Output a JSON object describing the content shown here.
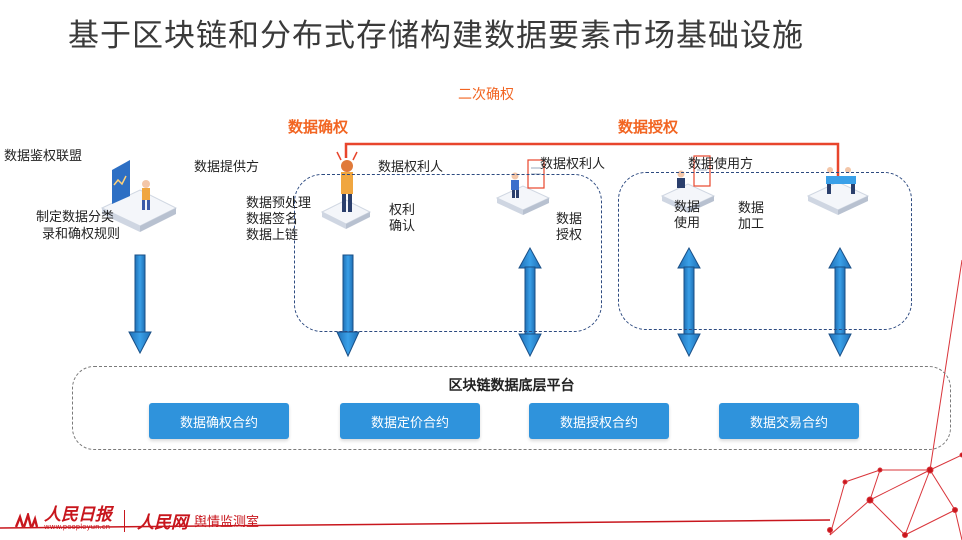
{
  "title": "基于区块链和分布式存储构建数据要素市场基础设施",
  "top_labels": {
    "secondary_confirm": "二次确权",
    "data_confirm": "数据确权",
    "data_authorize": "数据授权"
  },
  "nodes": {
    "alliance": "数据鉴权联盟",
    "alliance_desc_1": "制定数据分类",
    "alliance_desc_2": "录和确权规则",
    "provider": "数据提供方",
    "provider_desc_1": "数据预处理",
    "provider_desc_2": "数据签名",
    "provider_desc_3": "数据上链",
    "rights_holder_1": "数据权利人",
    "rights_confirm_1": "权利",
    "rights_confirm_2": "确认",
    "rights_holder_2": "数据权利人",
    "data_grant_1": "数据",
    "data_grant_2": "授权",
    "user": "数据使用方",
    "data_use_1": "数据",
    "data_use_2": "使用",
    "data_process_1": "数据",
    "data_process_2": "加工"
  },
  "platform": {
    "title": "区块链数据底层平台",
    "contracts": [
      "数据确权合约",
      "数据定价合约",
      "数据授权合约",
      "数据交易合约"
    ]
  },
  "footer": {
    "logo_peoplecn": "人民日报",
    "logo_peoplecn_sub": "www.peopleyun.cn",
    "logo_people": "人民网",
    "lab": "舆情监测室"
  },
  "colors": {
    "accent_orange": "#f26522",
    "connector_red": "#e8452c",
    "arrow_blue": "#2f93dc",
    "contract_blue": "#2f93dc",
    "brand_red": "#c8161d"
  }
}
